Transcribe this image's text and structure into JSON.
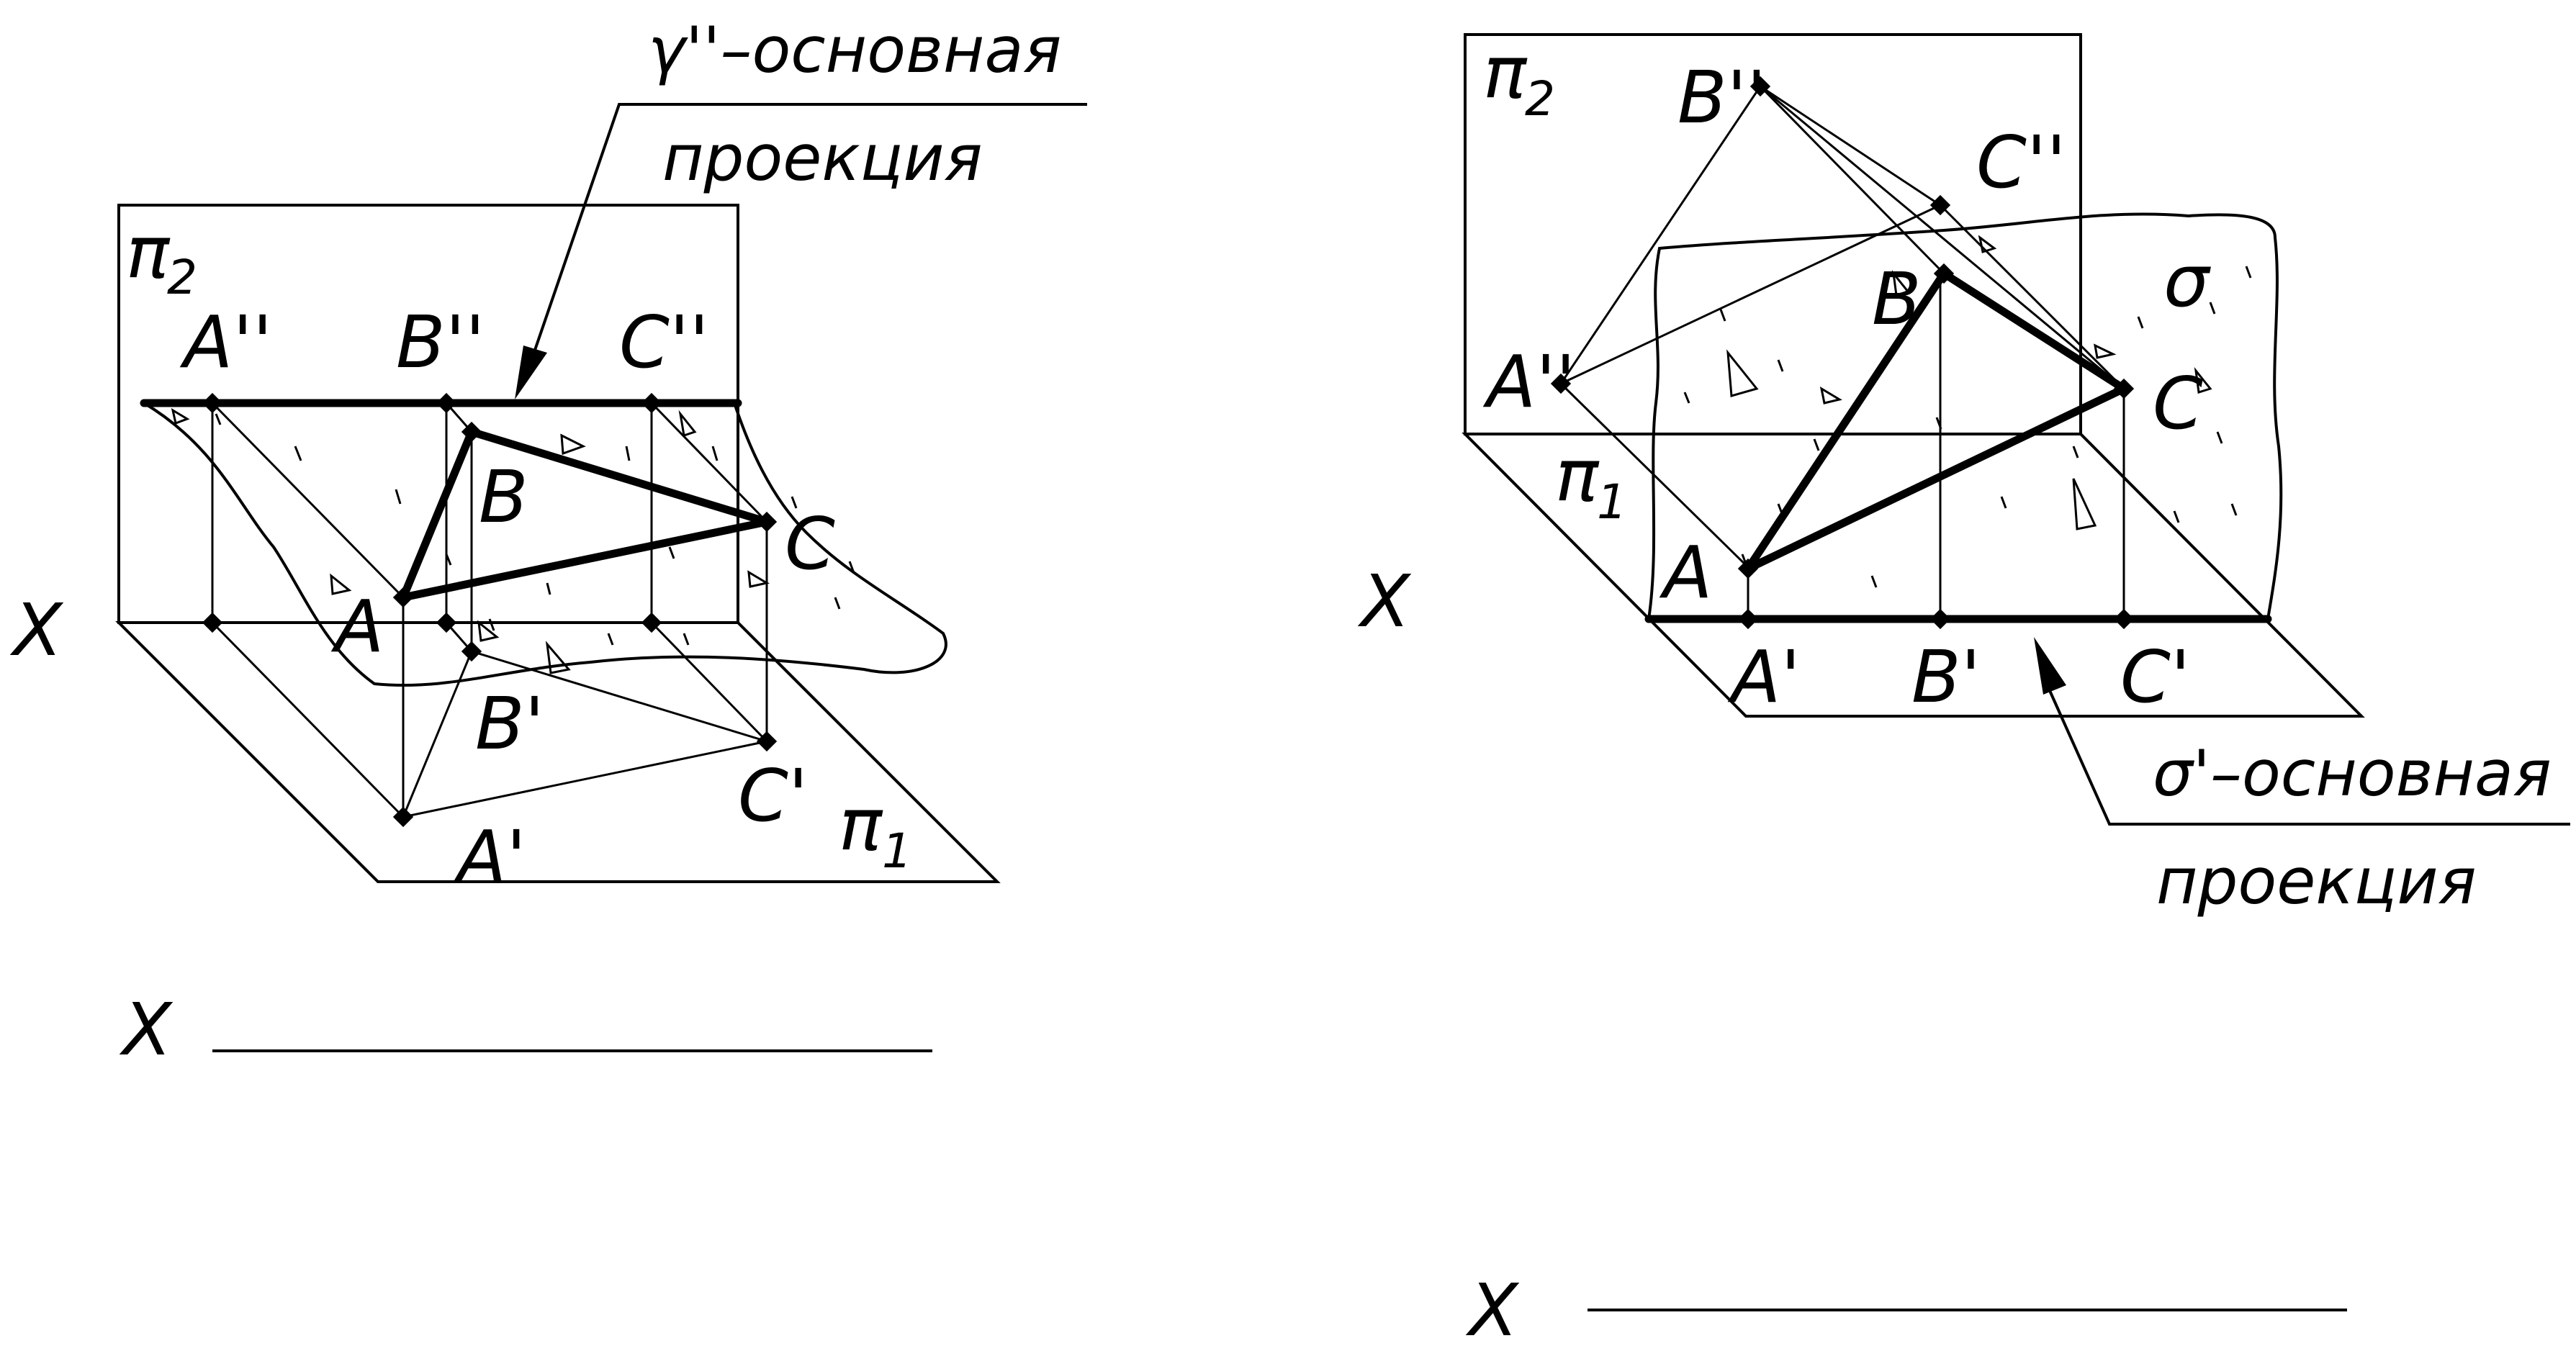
{
  "left_figure": {
    "plane_v": "π",
    "plane_v_sub": "2",
    "plane_h": "π",
    "plane_h_sub": "1",
    "axis": "X",
    "points_v": [
      "A''",
      "B''",
      "C''"
    ],
    "points_space": [
      "A",
      "B",
      "C"
    ],
    "points_h": [
      "A'",
      "B'",
      "C'"
    ],
    "caption_line1": "γ''–основная",
    "caption_line2": "проекция",
    "axis_below": "X"
  },
  "right_figure": {
    "plane_v": "π",
    "plane_v_sub": "2",
    "plane_h": "π",
    "plane_h_sub": "1",
    "plane_sigma": "σ",
    "axis": "X",
    "points_v": [
      "A''",
      "B''",
      "C''"
    ],
    "points_space": [
      "A",
      "B",
      "C"
    ],
    "points_h": [
      "A'",
      "B'",
      "C'"
    ],
    "caption_line1": "σ'–основная",
    "caption_line2": "проекция",
    "axis_below": "X"
  },
  "colors": {
    "ink": "#000000",
    "background": "#ffffff"
  }
}
